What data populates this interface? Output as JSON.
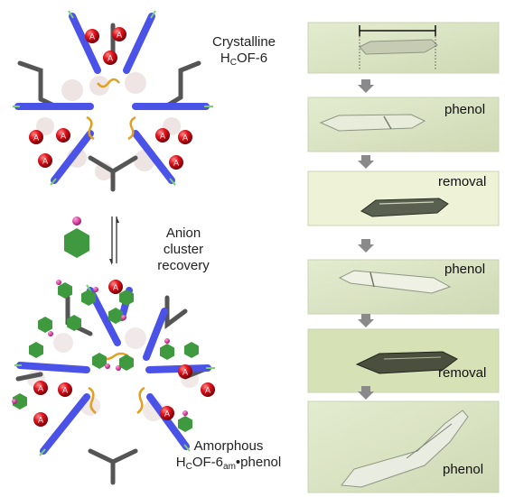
{
  "labels": {
    "crystalline_line1": "Crystalline",
    "crystalline_line2_a": "H",
    "crystalline_line2_sub": "C",
    "crystalline_line2_b": "OF-6",
    "anion_line1": "Anion",
    "anion_line2": "cluster",
    "anion_line3": "recovery",
    "amorphous_line1": "Amorphous",
    "amorphous_line2_a": "H",
    "amorphous_line2_sub1": "C",
    "amorphous_line2_b": "OF-6",
    "amorphous_line2_sub2": "am",
    "amorphous_line2_c": "•phenol",
    "anion_marker": "A"
  },
  "photos": [
    {
      "label": ""
    },
    {
      "label": "phenol"
    },
    {
      "label": "removal"
    },
    {
      "label": "phenol"
    },
    {
      "label": "removal"
    },
    {
      "label": "phenol"
    }
  ],
  "colors": {
    "linker_blue": "#4a52e8",
    "node_gray": "#555555",
    "anion_red": "#d8141c",
    "phenol_green": "#3f9a3f",
    "phenol_oh": "#d81d9a",
    "alkyl_orange": "#e0a020",
    "photo_bg": "#d9e3c2",
    "arrow_gray": "#8a8a8a"
  }
}
